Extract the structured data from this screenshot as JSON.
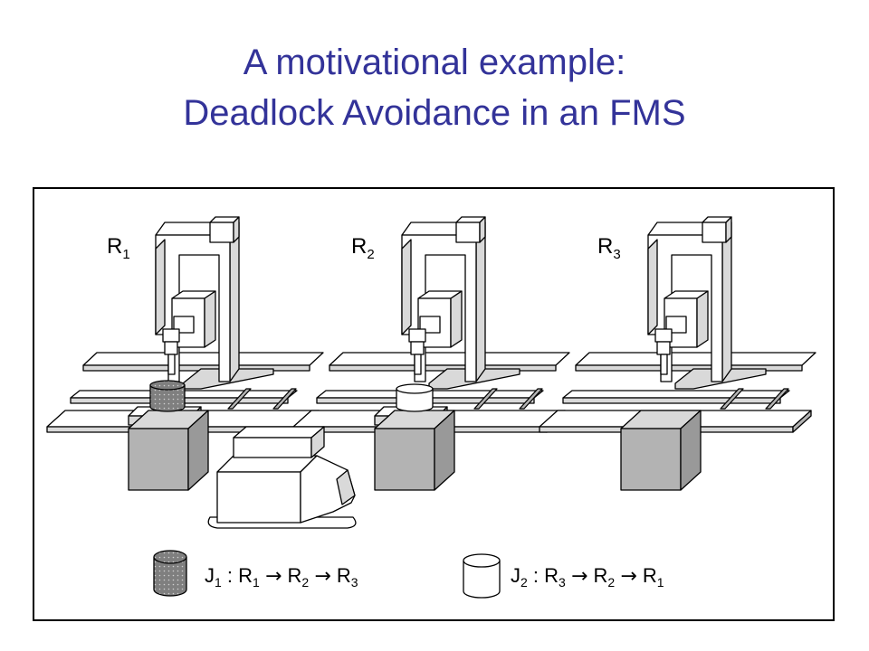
{
  "title": {
    "line1": "A motivational example:",
    "line2": "Deadlock Avoidance in an FMS"
  },
  "robots": [
    {
      "base": "R",
      "sub": "1"
    },
    {
      "base": "R",
      "sub": "2"
    },
    {
      "base": "R",
      "sub": "3"
    }
  ],
  "legend": {
    "j1": {
      "job": "J",
      "job_sub": "1",
      "sep": " : ",
      "route": [
        {
          "b": "R",
          "s": "1"
        },
        {
          "b": "R",
          "s": "2"
        },
        {
          "b": "R",
          "s": "3"
        }
      ]
    },
    "j2": {
      "job": "J",
      "job_sub": "2",
      "sep": " : ",
      "route": [
        {
          "b": "R",
          "s": "3"
        },
        {
          "b": "R",
          "s": "2"
        },
        {
          "b": "R",
          "s": "1"
        }
      ]
    },
    "arrow": "→"
  },
  "colors": {
    "title": "#333399",
    "machine_light": "#ffffff",
    "machine_shade": "#d9d9d9",
    "machine_dark": "#b3b3b3",
    "job1_fill": "#7f7f7f"
  }
}
